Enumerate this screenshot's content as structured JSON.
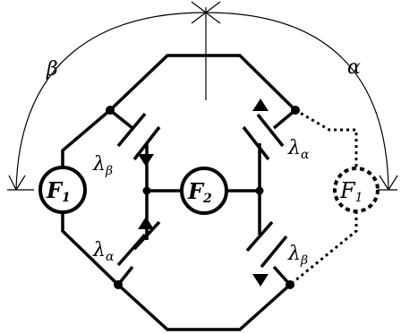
{
  "rotation": {
    "left_label": "β",
    "right_label": "α"
  },
  "nodes": {
    "f1_left": {
      "main": "F",
      "sub": "1"
    },
    "f2_center": {
      "main": "F",
      "sub": "2"
    },
    "f1_ghost": {
      "main": "F",
      "sub": "1"
    }
  },
  "valves": {
    "upper_left": {
      "main": "λ",
      "sub": "β"
    },
    "lower_left": {
      "main": "λ",
      "sub": "α"
    },
    "upper_right": {
      "main": "λ",
      "sub": "α"
    },
    "lower_right": {
      "main": "λ",
      "sub": "β"
    }
  }
}
